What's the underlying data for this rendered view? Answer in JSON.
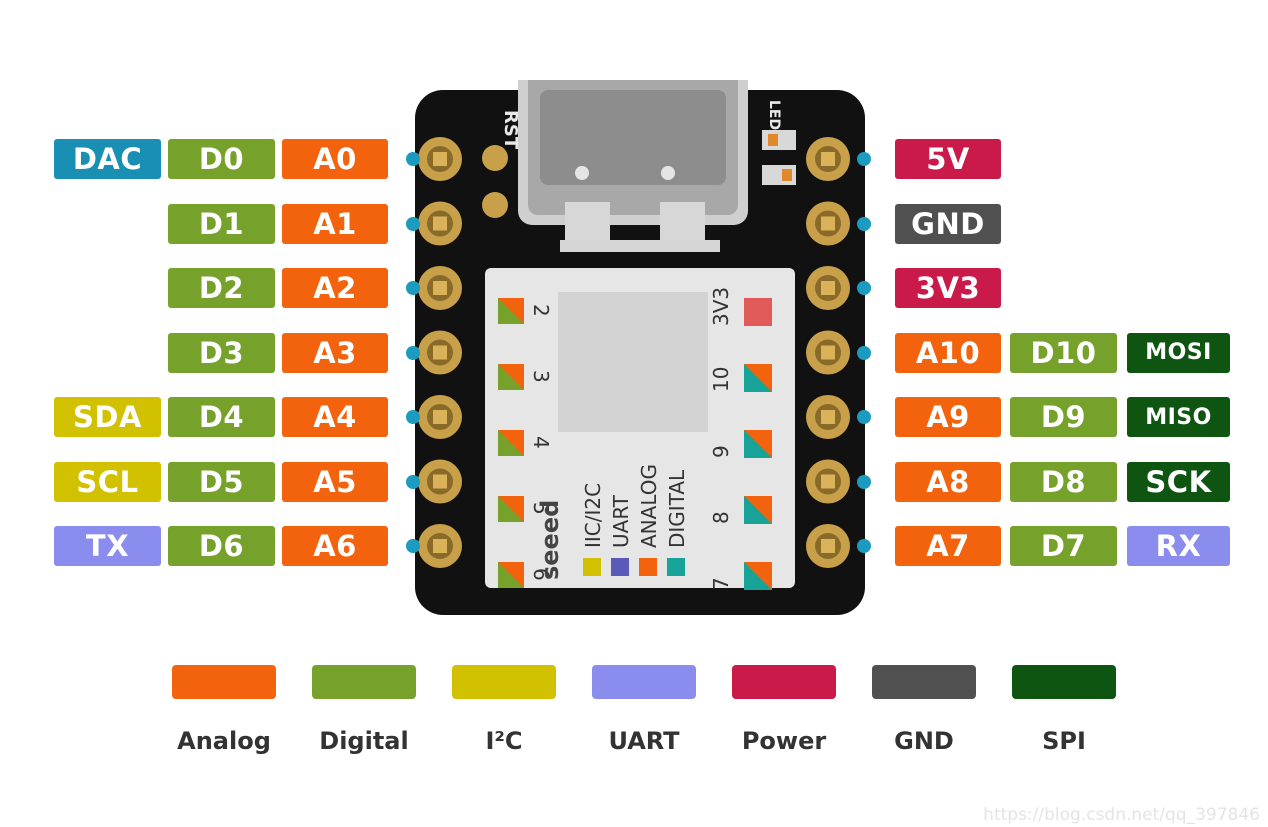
{
  "colors": {
    "analog": "#f3630d",
    "digital": "#76a22b",
    "i2c": "#d1c100",
    "uart": "#8a8cee",
    "power": "#c91a4a",
    "gnd": "#505050",
    "spi": "#0f5512",
    "dac": "#1a8fb4",
    "pin_dot": "#1b9bbf"
  },
  "left_pins": [
    {
      "row": 0,
      "labels": [
        {
          "text": "DAC",
          "type": "dac"
        },
        {
          "text": "D0",
          "type": "digital"
        },
        {
          "text": "A0",
          "type": "analog"
        }
      ]
    },
    {
      "row": 1,
      "labels": [
        {
          "text": "D1",
          "type": "digital"
        },
        {
          "text": "A1",
          "type": "analog"
        }
      ]
    },
    {
      "row": 2,
      "labels": [
        {
          "text": "D2",
          "type": "digital"
        },
        {
          "text": "A2",
          "type": "analog"
        }
      ]
    },
    {
      "row": 3,
      "labels": [
        {
          "text": "D3",
          "type": "digital"
        },
        {
          "text": "A3",
          "type": "analog"
        }
      ]
    },
    {
      "row": 4,
      "labels": [
        {
          "text": "SDA",
          "type": "i2c"
        },
        {
          "text": "D4",
          "type": "digital"
        },
        {
          "text": "A4",
          "type": "analog"
        }
      ]
    },
    {
      "row": 5,
      "labels": [
        {
          "text": "SCL",
          "type": "i2c"
        },
        {
          "text": "D5",
          "type": "digital"
        },
        {
          "text": "A5",
          "type": "analog"
        }
      ]
    },
    {
      "row": 6,
      "labels": [
        {
          "text": "TX",
          "type": "uart"
        },
        {
          "text": "D6",
          "type": "digital"
        },
        {
          "text": "A6",
          "type": "analog"
        }
      ]
    }
  ],
  "right_pins": [
    {
      "row": 0,
      "labels": [
        {
          "text": "5V",
          "type": "power"
        }
      ]
    },
    {
      "row": 1,
      "labels": [
        {
          "text": "GND",
          "type": "gnd"
        }
      ]
    },
    {
      "row": 2,
      "labels": [
        {
          "text": "3V3",
          "type": "power"
        }
      ]
    },
    {
      "row": 3,
      "labels": [
        {
          "text": "A10",
          "type": "analog"
        },
        {
          "text": "D10",
          "type": "digital"
        },
        {
          "text": "MOSI",
          "type": "spi"
        }
      ]
    },
    {
      "row": 4,
      "labels": [
        {
          "text": "A9",
          "type": "analog"
        },
        {
          "text": "D9",
          "type": "digital"
        },
        {
          "text": "MISO",
          "type": "spi"
        }
      ]
    },
    {
      "row": 5,
      "labels": [
        {
          "text": "A8",
          "type": "analog"
        },
        {
          "text": "D8",
          "type": "digital"
        },
        {
          "text": "SCK",
          "type": "spi"
        }
      ]
    },
    {
      "row": 6,
      "labels": [
        {
          "text": "A7",
          "type": "analog"
        },
        {
          "text": "D7",
          "type": "digital"
        },
        {
          "text": "RX",
          "type": "uart"
        }
      ]
    }
  ],
  "board": {
    "rst_label": "RST",
    "led_label": "LED",
    "brand": "seeed",
    "silk_left_numbers": [
      "2",
      "3",
      "4",
      "5",
      "6"
    ],
    "silk_right_labels": [
      "3V3",
      "10",
      "9",
      "8",
      "7"
    ],
    "silk_legend": [
      {
        "text": "IIC/I2C",
        "type": "i2c"
      },
      {
        "text": "UART",
        "type": "uart"
      },
      {
        "text": "ANALOG",
        "type": "analog"
      },
      {
        "text": "DIGITAL",
        "type": "digital"
      }
    ]
  },
  "legend": [
    {
      "label": "Analog",
      "type": "analog"
    },
    {
      "label": "Digital",
      "type": "digital"
    },
    {
      "label": "I²C",
      "type": "i2c"
    },
    {
      "label": "UART",
      "type": "uart"
    },
    {
      "label": "Power",
      "type": "power"
    },
    {
      "label": "GND",
      "type": "gnd"
    },
    {
      "label": "SPI",
      "type": "spi"
    }
  ],
  "watermark": "https://blog.csdn.net/qq_397846"
}
